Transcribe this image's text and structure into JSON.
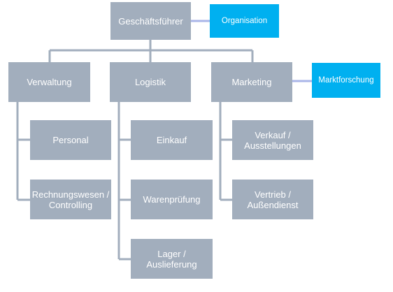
{
  "colors": {
    "box_fill": "#a2aebd",
    "accent_fill": "#00b0f0",
    "connector": "#a2aebd",
    "accent_connector": "#a9b5e8",
    "text": "#ffffff"
  },
  "org_chart": {
    "root": {
      "label": "Geschäftsführer",
      "side_note": "Organisation"
    },
    "departments": [
      {
        "label": "Verwaltung",
        "children": [
          "Personal",
          "Rechnungswesen /\nControlling"
        ]
      },
      {
        "label": "Logistik",
        "children": [
          "Einkauf",
          "Warenprüfung",
          "Lager /\nAuslieferung"
        ]
      },
      {
        "label": "Marketing",
        "side_note": "Marktforschung",
        "children": [
          "Verkauf /\nAusstellungen",
          "Vertrieb /\nAußendienst"
        ]
      }
    ]
  }
}
